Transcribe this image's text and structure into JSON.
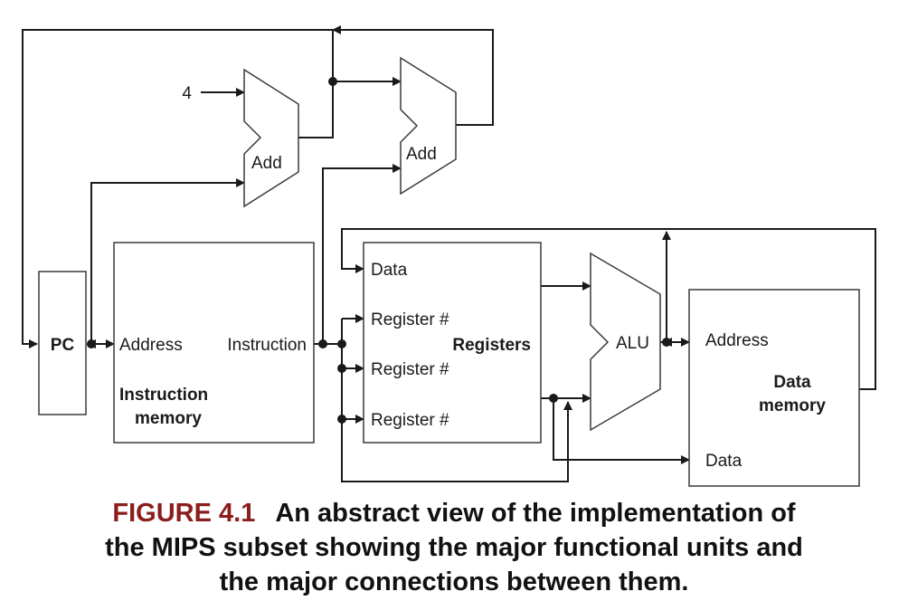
{
  "diagram": {
    "constant_four": "4",
    "pc_label": "PC",
    "adder_label": "Add",
    "instruction_memory": {
      "address": "Address",
      "instruction": "Instruction",
      "title_line1": "Instruction",
      "title_line2": "memory"
    },
    "registers": {
      "data": "Data",
      "register_num": "Register #",
      "title": "Registers"
    },
    "alu_label": "ALU",
    "data_memory": {
      "address": "Address",
      "title_line1": "Data",
      "title_line2": "memory",
      "data": "Data"
    }
  },
  "caption": {
    "figure_number": "FIGURE 4.1",
    "text_line1": "An abstract view of the implementation of",
    "text_line2": "the MIPS subset showing the major functional units and",
    "text_line3": "the major connections between them."
  }
}
